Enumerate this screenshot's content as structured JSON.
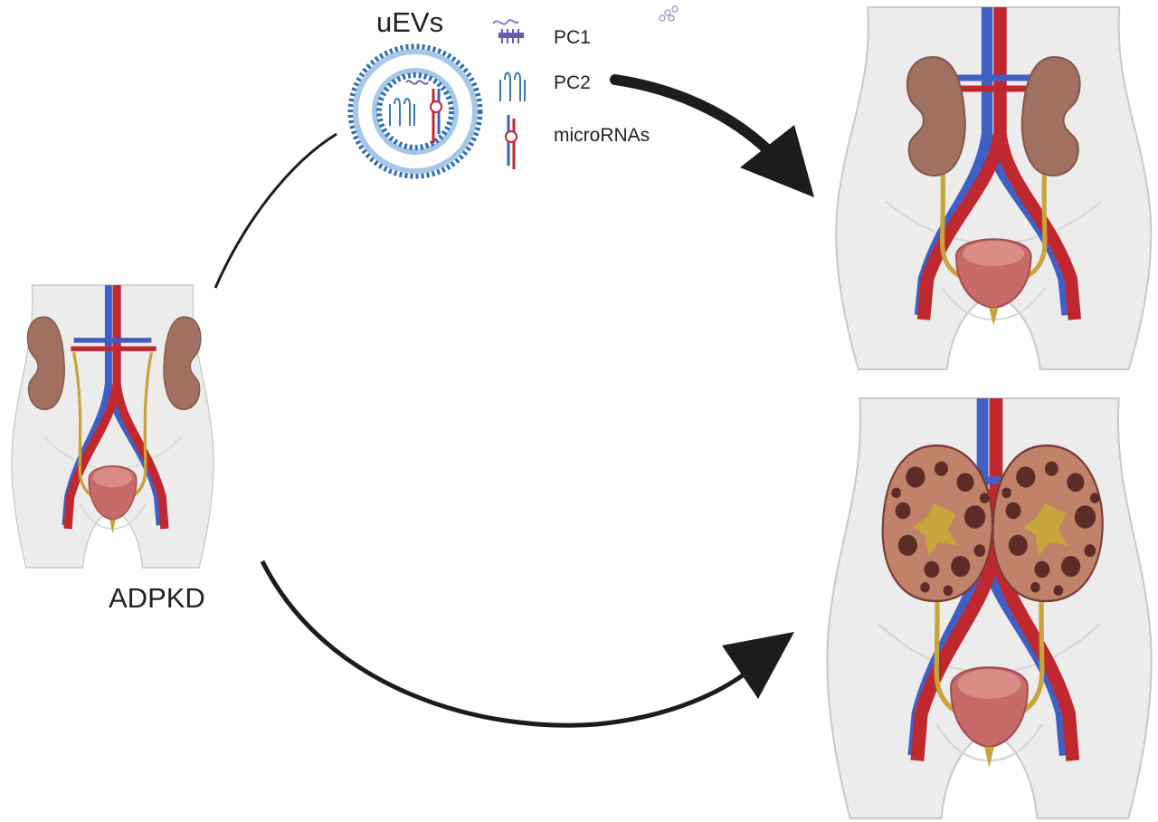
{
  "labels": {
    "uevs": "uEVs",
    "pc1": "PC1",
    "pc2": "PC2",
    "micrornas": "microRNAs",
    "disease": "ADPKD"
  },
  "colors": {
    "body": "#ececec",
    "body_outline": "#c9c9c9",
    "artery": "#c0282f",
    "vein": "#3f5fc4",
    "ureter": "#c8a43c",
    "kidney_healthy": "#a07061",
    "kidney_cystic": "#c0836a",
    "cyst": "#5e2c26",
    "bladder": "#c66a6a",
    "bladder_inner": "#dc8c88",
    "vesicle": "#2f6db0",
    "arrow": "#1c1c1c",
    "text": "#222222"
  },
  "icons": {
    "vesicle": "extracellular-vesicle-icon",
    "pc1": "polycystin-1-protein-icon",
    "pc2": "polycystin-2-protein-icon",
    "microrna": "microrna-hairpin-icon",
    "particles": "small-particles-icon"
  }
}
